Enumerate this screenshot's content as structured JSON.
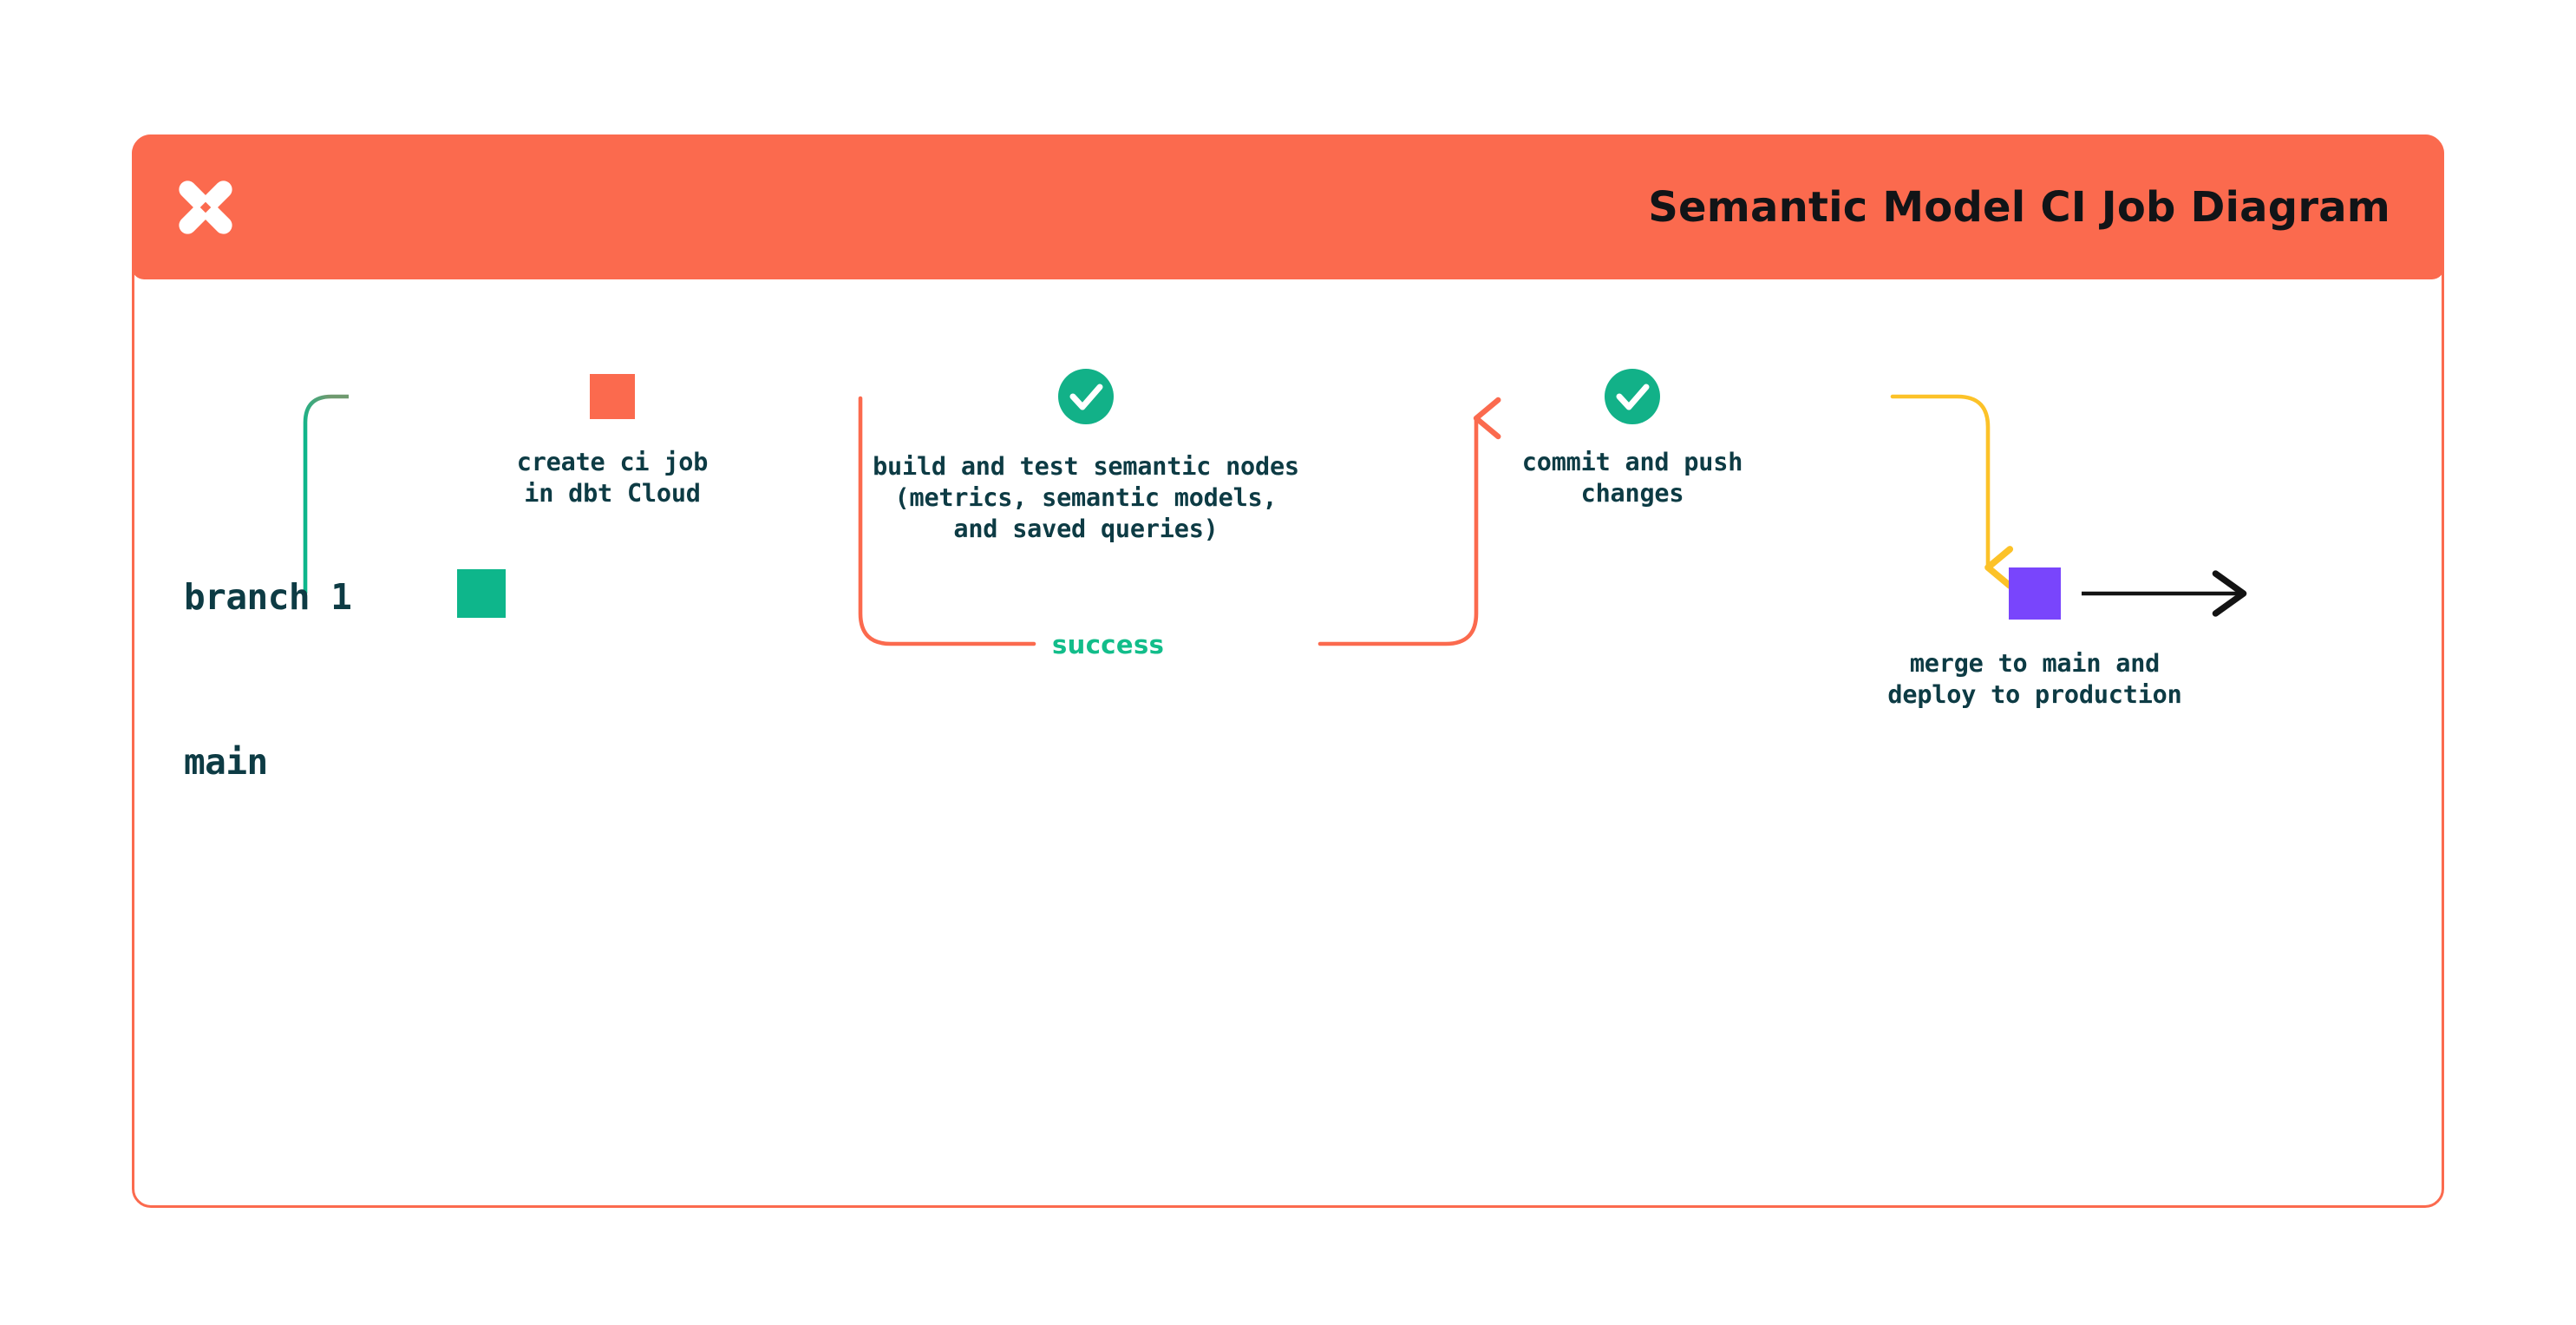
{
  "header": {
    "title": "Semantic Model CI Job Diagram",
    "logo_icon": "dbt-x-logo-icon",
    "background_color": "#fb6a4e",
    "title_color": "#111417"
  },
  "card": {
    "border_color": "#fb6a4e",
    "background_color": "#ffffff"
  },
  "diagram": {
    "type": "git-branch-flow",
    "lanes": [
      {
        "id": "branch-1",
        "label": "branch 1",
        "color": "#fb6a4e"
      },
      {
        "id": "main",
        "label": "main",
        "color": "#0eb68b"
      }
    ],
    "nodes": [
      {
        "id": "create-ci-job",
        "marker": "square",
        "marker_color": "#fb6a4e",
        "lane": "branch-1",
        "label": "create ci job\nin dbt Cloud"
      },
      {
        "id": "build-and-test",
        "marker": "check-circle",
        "marker_color": "#12b188",
        "lane": "branch-1",
        "label": "build and test semantic nodes\n(metrics, semantic models,\nand saved queries)"
      },
      {
        "id": "commit-and-push",
        "marker": "check-circle",
        "marker_color": "#12b188",
        "lane": "branch-1",
        "label": "commit and push\nchanges"
      },
      {
        "id": "merge-to-main",
        "marker": "square",
        "marker_color": "#7945fc",
        "lane": "main",
        "label": "merge to main and\ndeploy to production"
      }
    ],
    "edges": [
      {
        "id": "retry-loop",
        "label": "success",
        "label_color": "#12bd8a",
        "stroke_color": "#fb6a4e",
        "shape": "rounded-loop",
        "arrow": "up"
      },
      {
        "id": "merge-edge",
        "stroke_color": "#fcc228",
        "shape": "rounded-drop",
        "arrow": "down"
      },
      {
        "id": "main-continue",
        "stroke_color": "#131313",
        "shape": "straight",
        "arrow": "right"
      }
    ],
    "colors": {
      "orange": "#fb6a4e",
      "green": "#0eb68b",
      "check_green": "#12b188",
      "yellow": "#fcc228",
      "purple": "#7945fc",
      "black": "#131313",
      "text_navy": "#0d3b44"
    }
  }
}
